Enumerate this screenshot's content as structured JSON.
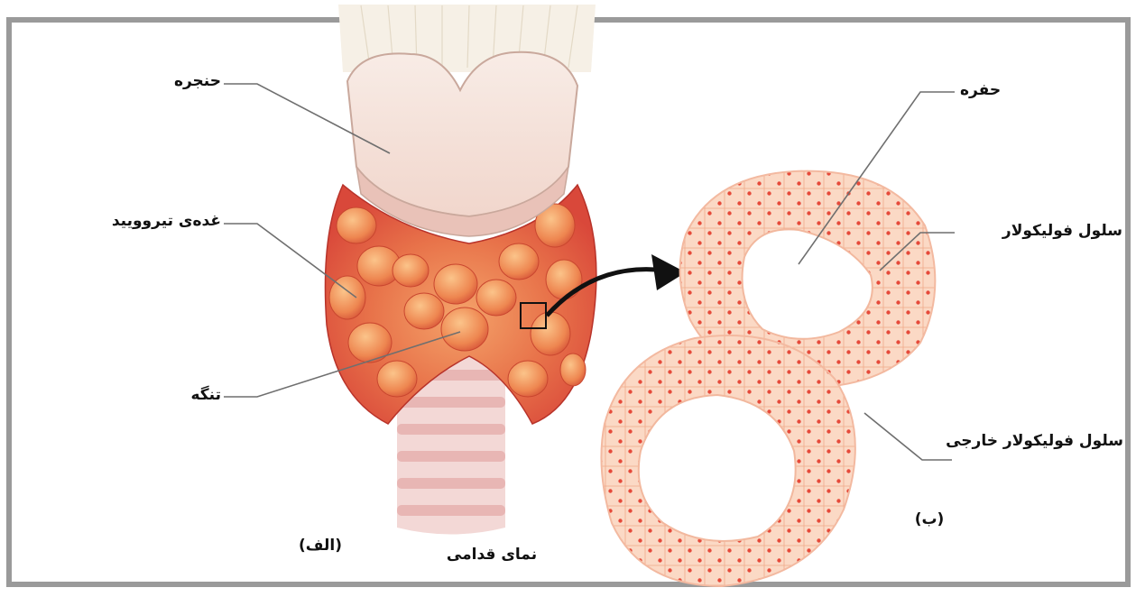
{
  "figure": {
    "labels": {
      "larynx": "حنجره",
      "thyroid_gland": "غده‌ی تیروویید",
      "isthmus": "تنگه",
      "cavity": "حفره",
      "follicular_cell": "سلول فولیکولار",
      "extrafollicular_cell": "سلول فولیکولار خارجی",
      "panel_a": "(الف)",
      "panel_b": "(ب)",
      "anterior_view": "نمای قدامی"
    }
  }
}
